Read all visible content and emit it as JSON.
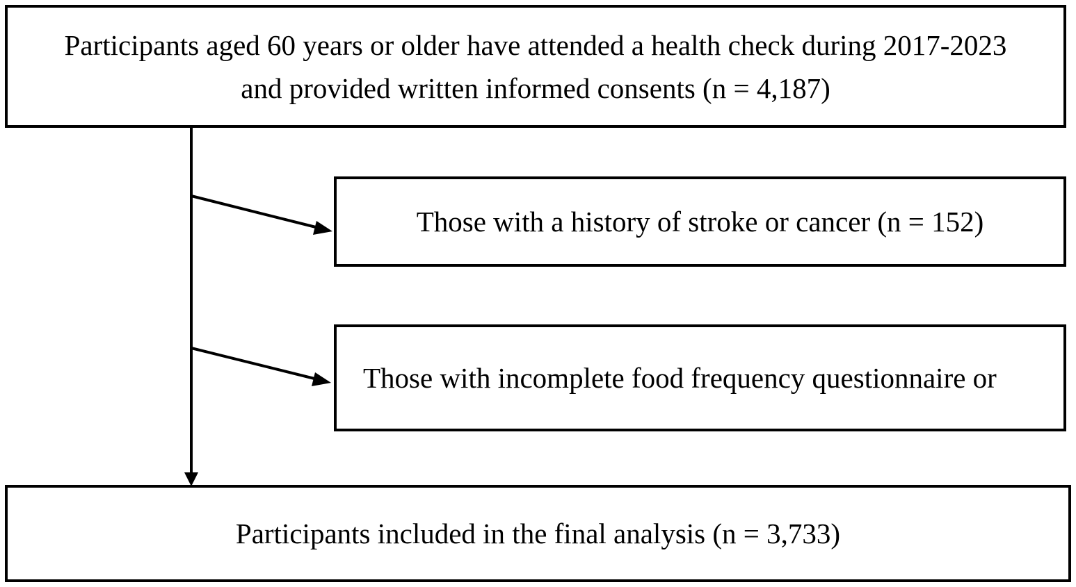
{
  "flowchart": {
    "top_box": {
      "lines": [
        "Participants aged 60 years or older have attended a health check during 2017-2023",
        "and provided written informed consents (n = 4,187)"
      ]
    },
    "exclusion_1": {
      "text": "Those with a history of stroke or cancer (n = 152)"
    },
    "exclusion_2": {
      "text": "Those with incomplete food frequency questionnaire or"
    },
    "final_box": {
      "text": "Participants included in the final analysis (n = 3,733)"
    }
  },
  "colors": {
    "line": "#000000",
    "background": "#ffffff"
  }
}
